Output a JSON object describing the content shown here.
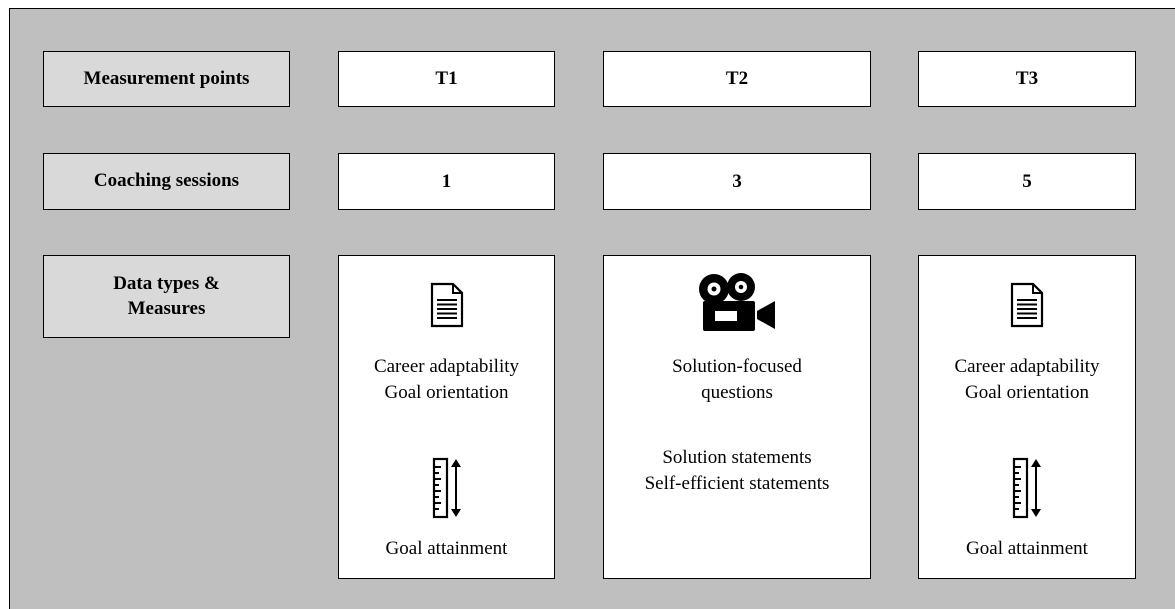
{
  "rows": {
    "measurement_points": "Measurement points",
    "coaching_sessions": "Coaching sessions",
    "data_types_line1": "Data types &",
    "data_types_line2": "Measures"
  },
  "columns": [
    {
      "time_point": "T1",
      "session": "1",
      "icon_top": "document-icon",
      "measures_top": [
        "Career adaptability",
        "Goal orientation"
      ],
      "icon_bottom": "scale-icon",
      "measures_bottom": [
        "Goal attainment"
      ]
    },
    {
      "time_point": "T2",
      "session": "3",
      "icon_top": "video-camera-icon",
      "measures_top": [
        "Solution-focused",
        "questions"
      ],
      "measures_bottom": [
        "Solution statements",
        "Self-efficient statements"
      ]
    },
    {
      "time_point": "T3",
      "session": "5",
      "icon_top": "document-icon",
      "measures_top": [
        "Career adaptability",
        "Goal orientation"
      ],
      "icon_bottom": "scale-icon",
      "measures_bottom": [
        "Goal attainment"
      ]
    }
  ],
  "colors": {
    "background": "#bfbfbf",
    "label_fill": "#d9d9d9",
    "box_fill": "#ffffff",
    "stroke": "#000000"
  }
}
